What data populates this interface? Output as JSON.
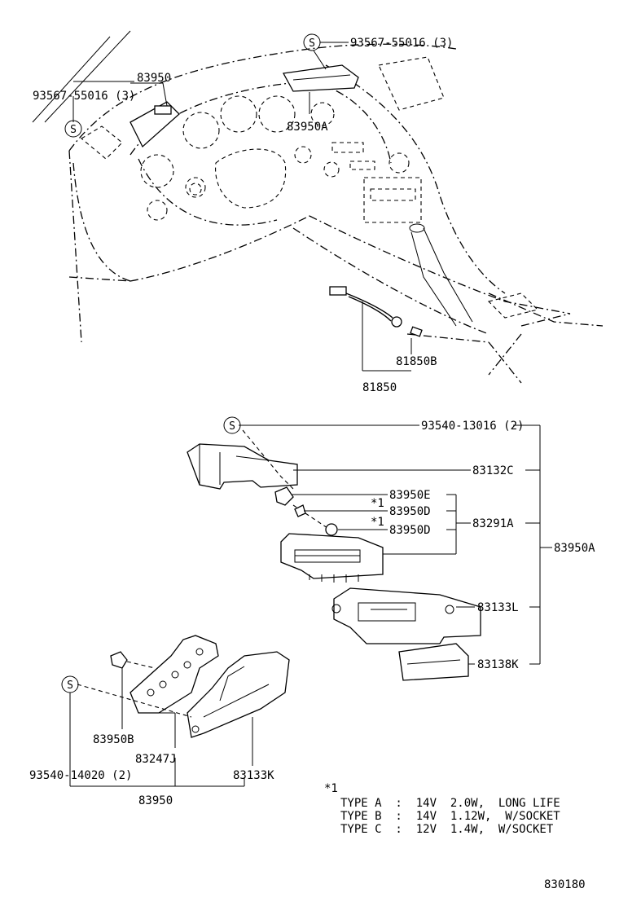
{
  "callouts": {
    "screw_top": "93567-55016 (3)",
    "screw_left": "93567-55016 (3)",
    "part_83950": "83950",
    "part_83950a_top": "83950A",
    "part_81850b": "81850B",
    "part_81850": "81850",
    "screw_mid": "93540-13016 (2)",
    "part_83132c": "83132C",
    "star_e": "*1",
    "part_83950e": "83950E",
    "part_83950d_1": "83950D",
    "star_d": "*1",
    "part_83950d_2": "83950D",
    "part_83291a": "83291A",
    "part_83950a_right": "83950A",
    "part_83133l": "83133L",
    "part_83138k": "83138K",
    "part_83950b": "83950B",
    "part_83247j": "83247J",
    "screw_bottom": "93540-14020 (2)",
    "part_83133k": "83133K",
    "part_83950_bottom": "83950",
    "screw_symbol": "S"
  },
  "notes": {
    "marker": "*1",
    "rows": [
      "TYPE A  :  14V  2.0W,  LONG LIFE",
      "TYPE B  :  14V  1.12W,  W/SOCKET",
      "TYPE C  :  12V  1.4W,  W/SOCKET"
    ]
  },
  "figure_number": "830180"
}
